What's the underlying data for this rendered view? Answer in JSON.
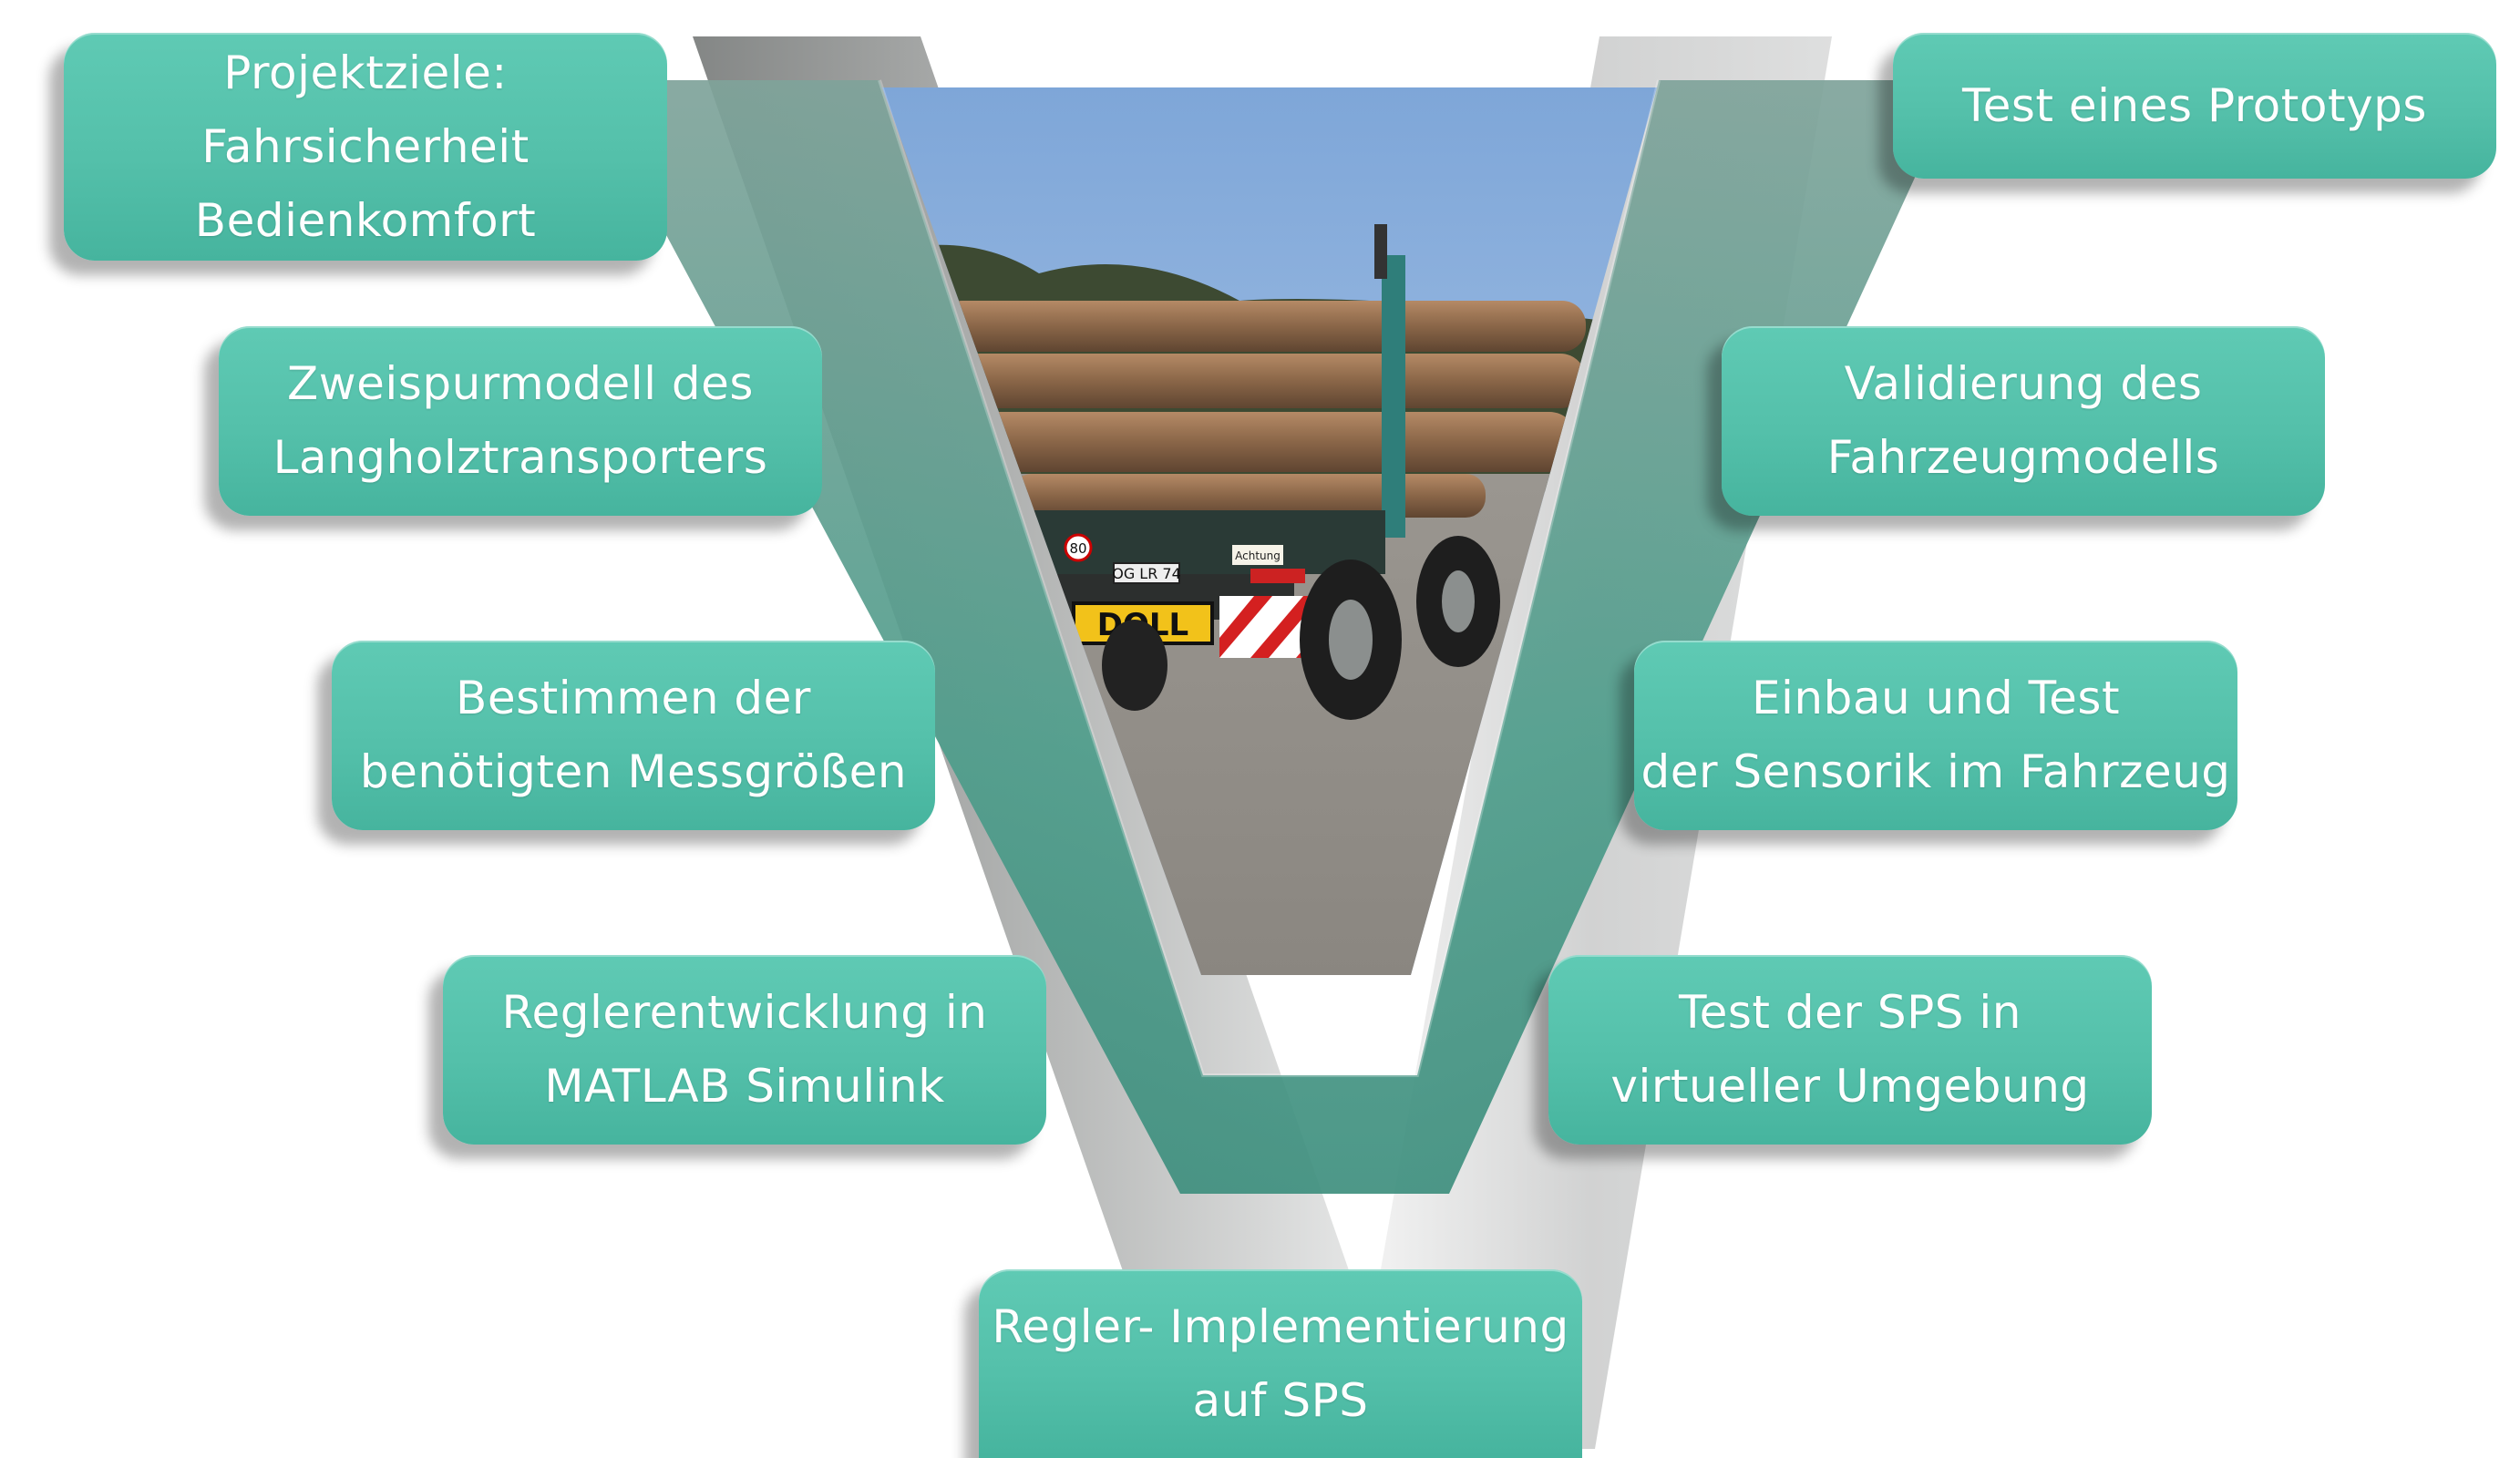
{
  "diagram": {
    "photo": {
      "plate": "OG LR 74",
      "brand": "DOLL",
      "sticker": "Achtung",
      "sign": "80"
    },
    "left_steps": [
      {
        "lines": [
          "Projektziele:",
          "Fahrsicherheit",
          "Bedienkomfort"
        ]
      },
      {
        "lines": [
          "Zweispurmodell des",
          "Langholztransporters"
        ]
      },
      {
        "lines": [
          "Bestimmen der",
          "benötigten Messgrößen"
        ]
      },
      {
        "lines": [
          "Reglerentwicklung in",
          "MATLAB Simulink"
        ]
      }
    ],
    "bottom_step": {
      "lines": [
        "Regler- Implementierung",
        "auf SPS"
      ]
    },
    "right_steps": [
      {
        "lines": [
          "Test eines Prototyps"
        ]
      },
      {
        "lines": [
          "Validierung des",
          "Fahrzeugmodells"
        ]
      },
      {
        "lines": [
          "Einbau und Test",
          "der Sensorik im Fahrzeug"
        ]
      },
      {
        "lines": [
          "Test der SPS in",
          "virtueller Umgebung"
        ]
      }
    ],
    "colors": {
      "box_fill": "#56c2ac",
      "box_text": "#ffffff",
      "v_teal": "#4aa090",
      "v_shadow_gray": "#8f9190",
      "sky": "#8fb3e0"
    }
  }
}
